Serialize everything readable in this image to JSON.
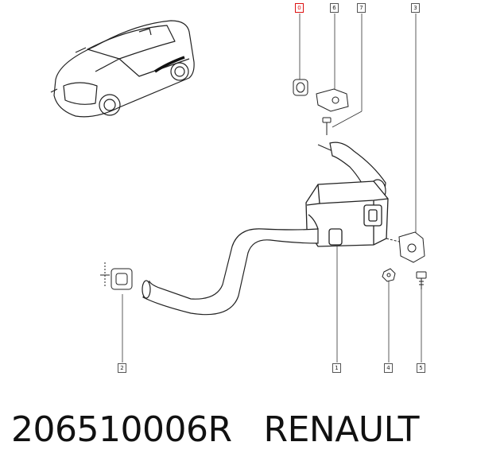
{
  "callouts": {
    "c0": "0",
    "c6": "6",
    "c7": "7",
    "c3": "3",
    "c2": "2",
    "c1": "1",
    "c4": "4",
    "c5": "5"
  },
  "footer": {
    "part_number": "206510006R",
    "brand": "RENAULT"
  },
  "colors": {
    "line": "#222222",
    "highlight": "#dd1111"
  }
}
